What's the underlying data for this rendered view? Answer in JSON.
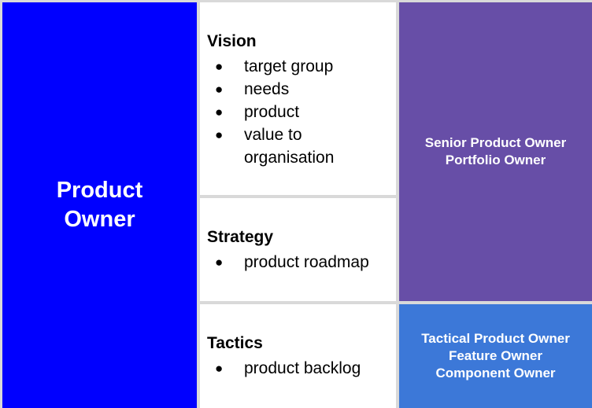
{
  "colors": {
    "product_owner_bg": "#0000ff",
    "senior_bg": "#674ea7",
    "tactical_bg": "#3c78d8",
    "cell_bg": "#ffffff",
    "grid_border": "#d9d9d9"
  },
  "product_owner": {
    "line1": "Product",
    "line2": "Owner"
  },
  "vision": {
    "title": "Vision",
    "items": [
      "target group",
      "needs",
      "product",
      "value to organisation"
    ]
  },
  "strategy": {
    "title": "Strategy",
    "items": [
      "product roadmap"
    ]
  },
  "tactics": {
    "title": "Tactics",
    "items": [
      "product backlog"
    ]
  },
  "senior": {
    "roles": [
      "Senior Product Owner",
      "Portfolio Owner"
    ]
  },
  "tactical": {
    "roles": [
      "Tactical Product Owner",
      "Feature Owner",
      "Component Owner"
    ]
  },
  "bullet_glyph": "●"
}
